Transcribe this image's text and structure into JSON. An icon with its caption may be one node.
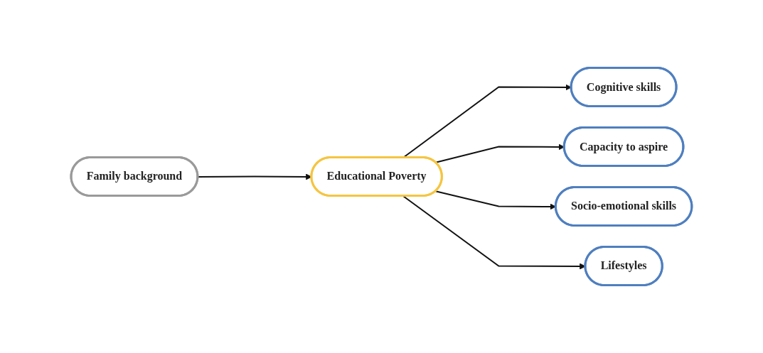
{
  "diagram": {
    "nodes": [
      {
        "text": [
          "Family background"
        ]
      },
      {
        "text": [
          "Educational Poverty"
        ]
      },
      {
        "text": [
          "Cognitive skills"
        ]
      },
      {
        "text": [
          "Capacity to aspire"
        ]
      },
      {
        "text": [
          "Socio-emotional skills"
        ]
      },
      {
        "text": [
          "Lifestyles"
        ]
      }
    ],
    "edges": [
      {
        "from": 0,
        "to": 1,
        "arrow": "to"
      },
      {
        "from": 1,
        "to": 2,
        "arrow": "to"
      },
      {
        "from": 1,
        "to": 3,
        "arrow": "to"
      },
      {
        "from": 1,
        "to": 4,
        "arrow": "to"
      },
      {
        "from": 1,
        "to": 5,
        "arrow": "to"
      }
    ]
  }
}
